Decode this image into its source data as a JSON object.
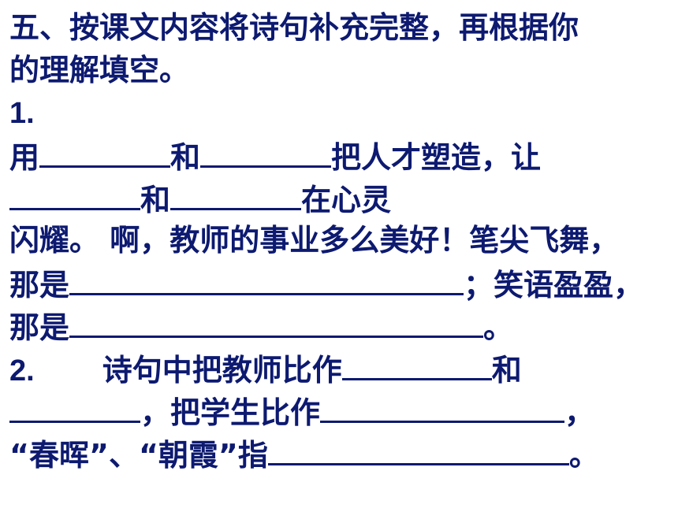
{
  "section": {
    "line1": "五、按课文内容将诗句补充完整，再根据你",
    "line2": "的理解填空。"
  },
  "q1": {
    "number": "1.",
    "p1": "用",
    "p2": "和",
    "p3": "把人才塑造，让",
    "p4": "和",
    "p5": "在心灵",
    "p6": "闪耀。 啊，教师的事业多么美好！笔尖飞舞，",
    "p7": "那是",
    "p8": "；笑语盈盈，",
    "p9": "那是",
    "p10": "。"
  },
  "q2": {
    "number": "2.",
    "p1": "诗句中把教师比作",
    "p2": "和",
    "p3": "，把学生比作",
    "p4": "，",
    "p5": "“春晖”、“朝霞”指",
    "p6": "。"
  },
  "colors": {
    "text": "#0d1a70",
    "background": "#ffffff"
  }
}
